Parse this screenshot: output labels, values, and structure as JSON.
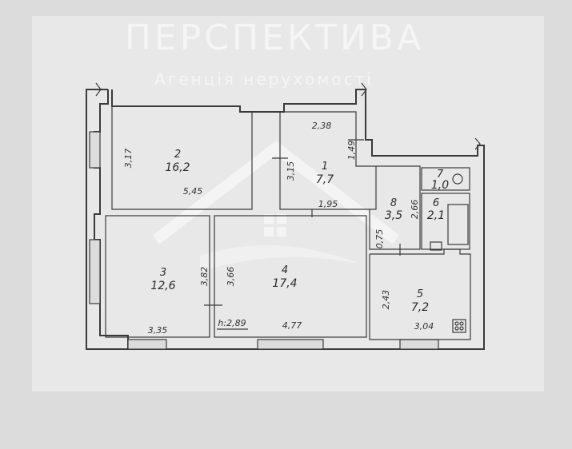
{
  "watermark": {
    "title": "ПЕРСПЕКТИВА",
    "subtitle": "Агенція нерухомості"
  },
  "rooms": [
    {
      "id": "1",
      "area": "7,7"
    },
    {
      "id": "2",
      "area": "16,2"
    },
    {
      "id": "3",
      "area": "12,6"
    },
    {
      "id": "4",
      "area": "17,4"
    },
    {
      "id": "5",
      "area": "7,2"
    },
    {
      "id": "6",
      "area": "2,1"
    },
    {
      "id": "7",
      "area": "1,0"
    },
    {
      "id": "8",
      "area": "3,5"
    }
  ],
  "dimensions": {
    "r2_height": "3,17",
    "r2_width": "5,45",
    "r1_width": "2,38",
    "r1_height": "3,15",
    "r1_offset": "1,49",
    "r1_bottom": "1,95",
    "r8_height": "2,66",
    "r8_door": "0,75",
    "r3_height": "3,82",
    "r3_width": "3,35",
    "r4_height": "3,66",
    "r4_width": "4,77",
    "ceiling": "h:2,89",
    "r5_height": "2,43",
    "r5_width": "3,04"
  }
}
